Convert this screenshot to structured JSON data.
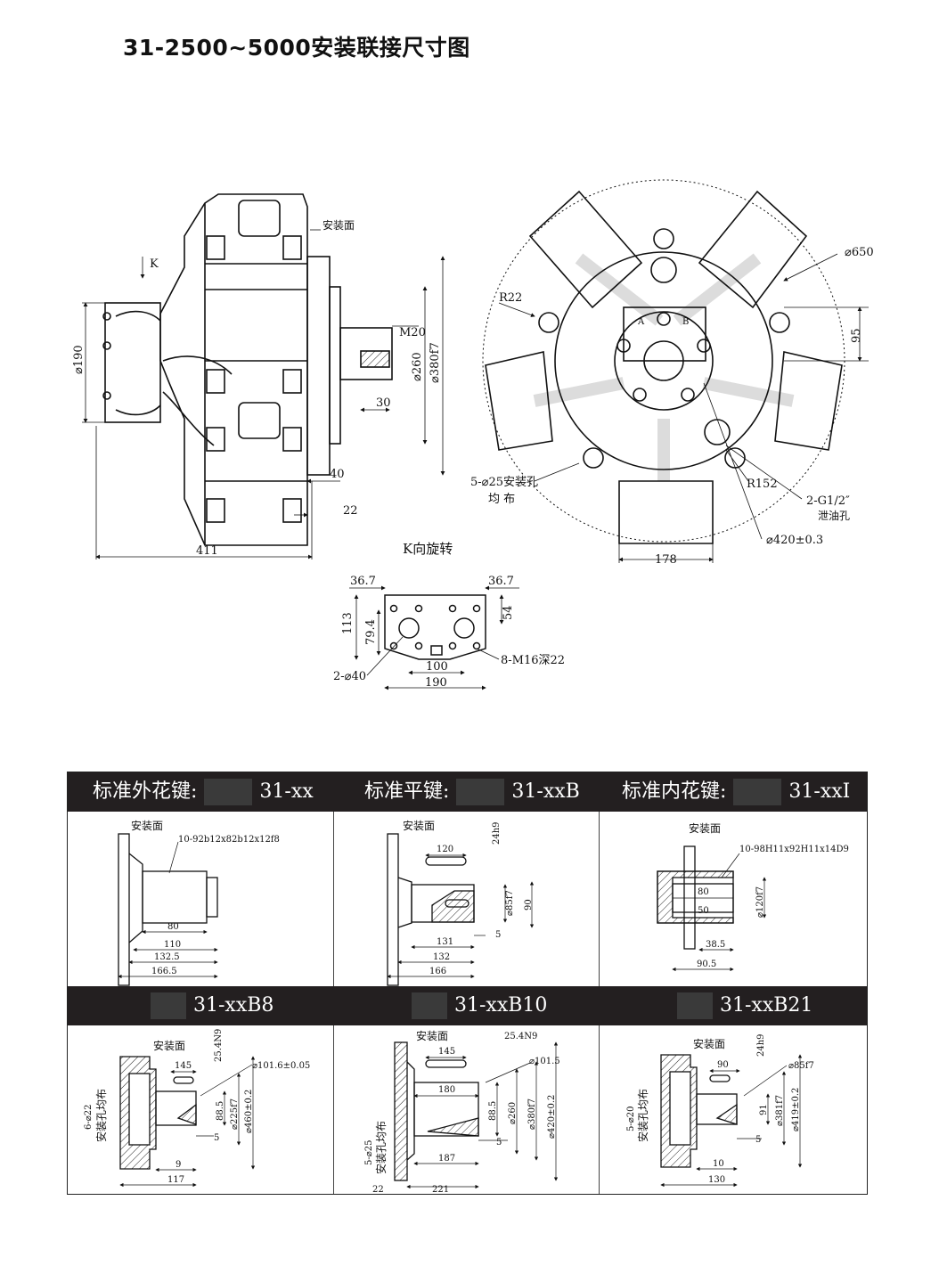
{
  "title": "31-2500~5000安装联接尺寸图",
  "side_view": {
    "mount_face": "安装面",
    "k_label": "K",
    "dims": {
      "d190": "⌀190",
      "m20": "M20",
      "d260": "⌀260",
      "d380": "⌀380f7",
      "d30": "30",
      "d40": "40",
      "d22": "22",
      "d411": "411"
    }
  },
  "front_view": {
    "d650": "⌀650",
    "r22": "R22",
    "d95": "95",
    "a": "A",
    "b": "B",
    "holes": "5-⌀25安装孔",
    "holes2": "均 布",
    "r152": "R152",
    "drain": "2-G1/2″",
    "drain2": "泄油孔",
    "d420": "⌀420±0.3",
    "d178": "178"
  },
  "k_view": {
    "title": "K向旋转",
    "d367a": "36.7",
    "d367b": "36.7",
    "d54": "54",
    "d113": "113",
    "d794": "79.4",
    "d40": "2-⌀40",
    "m16": "8-M16深22",
    "d100": "100",
    "d190": "190"
  },
  "table": {
    "headers": [
      {
        "prefix": "标准外花键:",
        "code": "31-xx"
      },
      {
        "prefix": "标准平键:",
        "code": "31-xxB"
      },
      {
        "prefix": "标准内花键:",
        "code": "31-xxI"
      }
    ],
    "headers2": [
      {
        "code": "31-xxB8"
      },
      {
        "code": "31-xxB10"
      },
      {
        "code": "31-xxB21"
      }
    ],
    "cells": {
      "c1": {
        "face": "安装面",
        "spline": "10-92b12x82b12x12f8",
        "d80": "80",
        "d110": "110",
        "d1325": "132.5",
        "d1665": "166.5"
      },
      "c2": {
        "face": "安装面",
        "d120": "120",
        "d24": "24h9",
        "d85": "⌀85f7",
        "d90": "90",
        "d5": "5",
        "d131": "131",
        "d132": "132",
        "d166": "166"
      },
      "c3": {
        "face": "安装面",
        "spline": "10-98H11x92H11x14D9",
        "d80": "80",
        "d50": "50",
        "d120": "⌀120f7",
        "d385": "38.5",
        "d905": "90.5"
      },
      "c4": {
        "face": "安装面",
        "d25": "25.4N9",
        "d145": "145",
        "d1016": "⌀101.6±0.05",
        "d885": "88.5",
        "d225": "⌀225f7",
        "d460": "⌀460±0.2",
        "d5": "5",
        "d9": "9",
        "d117": "117",
        "holes": "6-⌀22",
        "holes2": "安装孔均布"
      },
      "c5": {
        "face": "安装面",
        "d25": "25.4N9",
        "d145": "145",
        "d1015": "⌀101.5",
        "d180": "180",
        "d885": "88.5",
        "d260": "⌀260",
        "d380": "⌀380f7",
        "d420": "⌀420±0.2",
        "d5": "5",
        "d187": "187",
        "d22": "22",
        "d221": "221",
        "holes": "5-⌀25",
        "holes2": "安装孔均布"
      },
      "c6": {
        "face": "安装面",
        "d24": "24h9",
        "d90": "90",
        "d85": "⌀85f7",
        "d91": "91",
        "d381": "⌀381f7",
        "d419": "⌀419±0.2",
        "d5": "5",
        "d10": "10",
        "d130": "130",
        "holes": "5-⌀20",
        "holes2": "安装孔均布"
      }
    }
  }
}
